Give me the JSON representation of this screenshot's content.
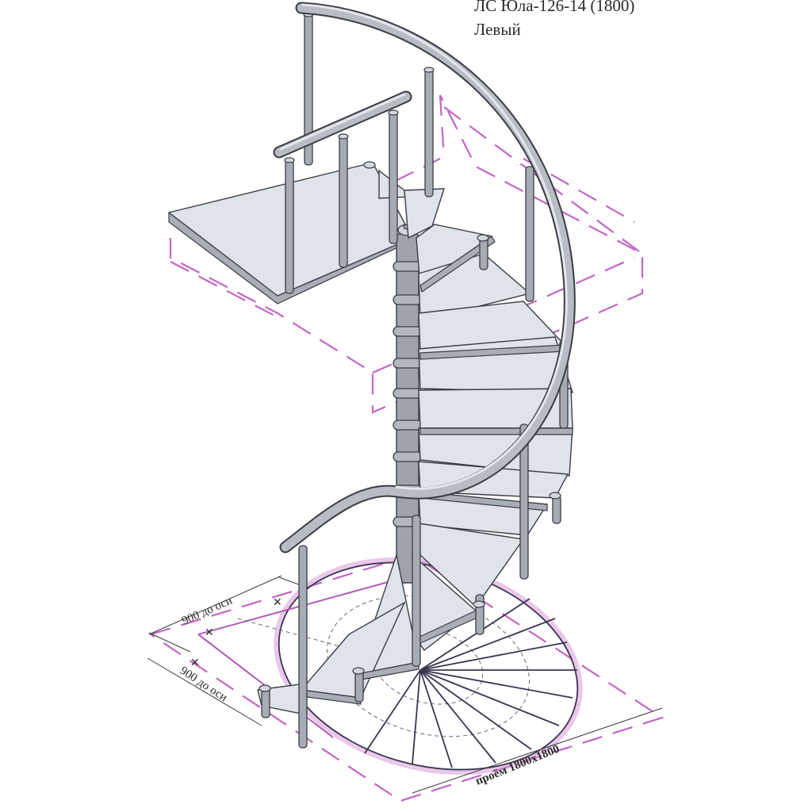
{
  "title_block": {
    "model": "ЛС Юла-126-14 (1800)",
    "direction": "Левый"
  },
  "dimensions": {
    "axis_top": "900 до оси",
    "axis_left": "900 до оси",
    "opening": "проём 1800x1800"
  },
  "colors": {
    "background": "#ffffff",
    "treads": "#dfe3ea",
    "metal": "#a7abb3",
    "outline": "#3b3d44",
    "construction_lines": "#c465c8"
  },
  "components": {
    "platform": "upper-landing-platform",
    "handrail": "spiral-handrail",
    "column": "central-column",
    "tread_count": 14
  }
}
